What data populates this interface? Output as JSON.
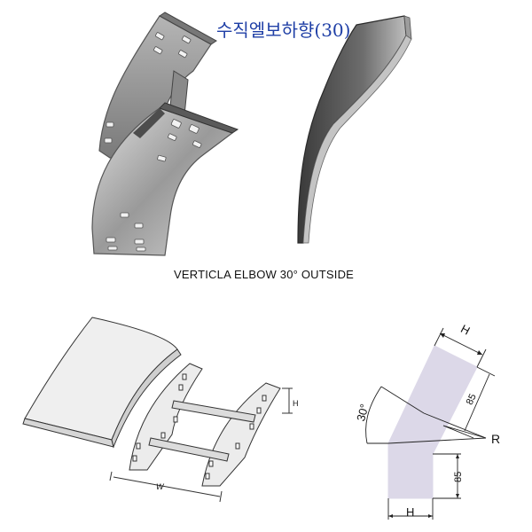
{
  "title": "수직엘보하향(30)",
  "caption": "VERTICLA ELBOW 30° OUTSIDE",
  "iso_drawing": {
    "height_label": "H",
    "width_label": "W"
  },
  "dimension_drawing": {
    "top_width_label": "H",
    "bottom_width_label": "H",
    "upper_leg_label": "85",
    "lower_leg_label": "85",
    "angle_label": "30°",
    "radius_label": "R"
  },
  "colors": {
    "title": "#1f3fa6",
    "profile_fill": "#dcd8e8",
    "metal_light": "#c9c9c9",
    "metal_dark": "#4a4a4a"
  }
}
